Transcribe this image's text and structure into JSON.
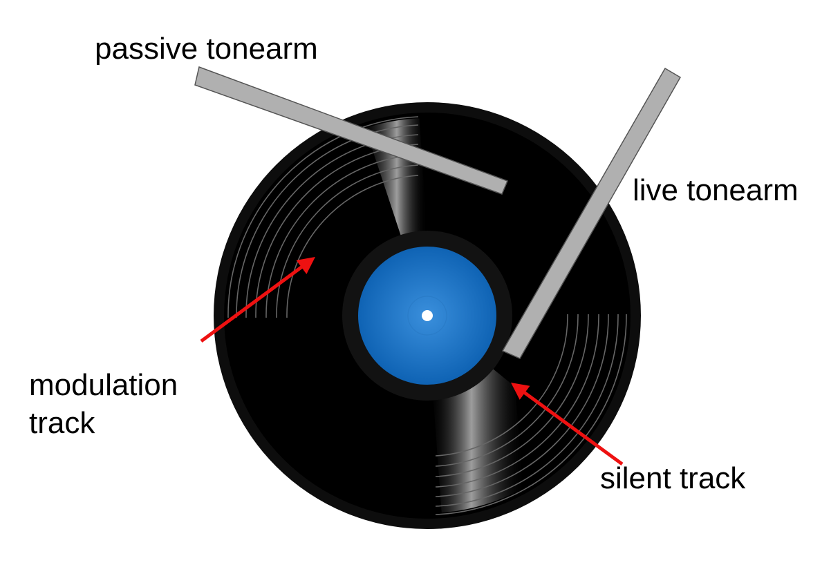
{
  "labels": {
    "passive_tonearm": "passive tonearm",
    "live_tonearm": "live tonearm",
    "modulation_track_line1": "modulation",
    "modulation_track_line2": "track",
    "silent_track": "silent track"
  },
  "colors": {
    "record": "#000000",
    "record_rim": "#111111",
    "label_blue": "#1f6fc0",
    "label_blue_light": "#3d8ed8",
    "groove_highlight": "#9a9a9a",
    "tonearm_fill": "#b0b0b0",
    "tonearm_stroke": "#555555",
    "arrow": "#ee1111"
  }
}
